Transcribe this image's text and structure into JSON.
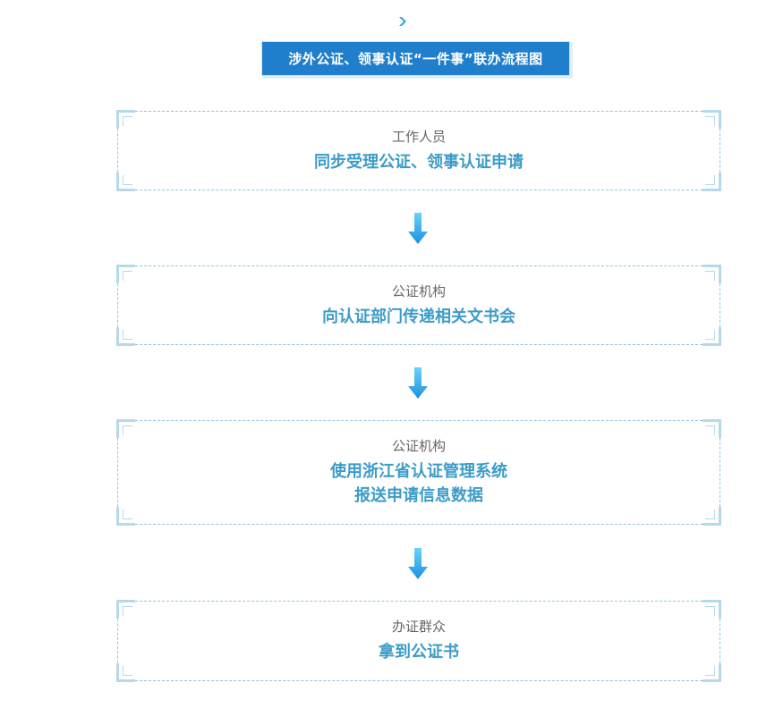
{
  "header": {
    "title": "涉外公证、领事认证“一件事”联办流程图"
  },
  "steps": [
    {
      "actor": "工作人员",
      "action_lines": [
        "同步受理公证、领事认证申请"
      ]
    },
    {
      "actor": "公证机构",
      "action_lines": [
        "向认证部门传递相关文书会"
      ]
    },
    {
      "actor": "公证机构",
      "action_lines": [
        "使用浙江省认证管理系统",
        "报送申请信息数据"
      ]
    },
    {
      "actor": "办证群众",
      "action_lines": [
        "拿到公证书"
      ]
    }
  ],
  "colors": {
    "title_bg": "#1f7fcc",
    "title_text": "#ffffff",
    "actor_text": "#666666",
    "action_text": "#3c9cc7",
    "box_border": "#8fc6e0",
    "arrow_light": "#6ad4fb",
    "arrow_dark": "#1a8fe0"
  },
  "icons": {
    "top": "chevron-right-icon",
    "connector": "arrow-down-icon"
  }
}
